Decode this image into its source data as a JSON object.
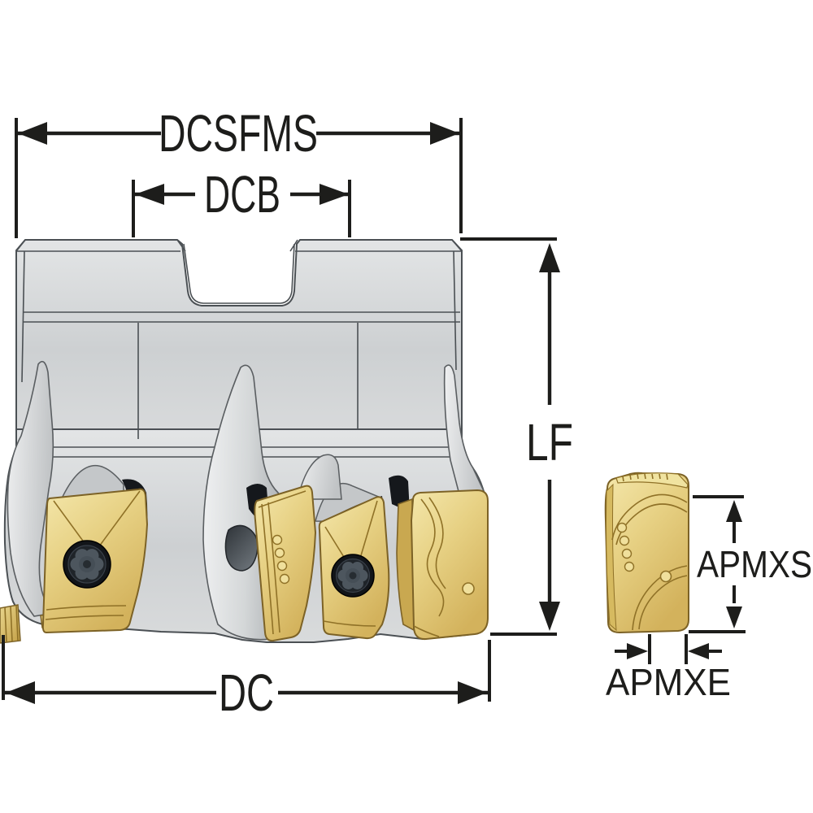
{
  "diagram": {
    "type": "technical-dimension-drawing",
    "subject": "shoulder-milling-cutter-with-indexable-inserts",
    "annotations": {
      "dcsfms": "DCSFMS",
      "dcb": "DCB",
      "lf": "LF",
      "dc": "DC",
      "apmxs": "APMXS",
      "apmxe": "APMXE"
    },
    "colors": {
      "background": "#ffffff",
      "annotation": "#1d1d1b",
      "cutter_body_gray": "#ced1d3",
      "insert_gold": "#e6d184",
      "insert_gold_dark": "#d3b25c",
      "screw_dark": "#14181d",
      "outline": "#4b5054"
    }
  }
}
